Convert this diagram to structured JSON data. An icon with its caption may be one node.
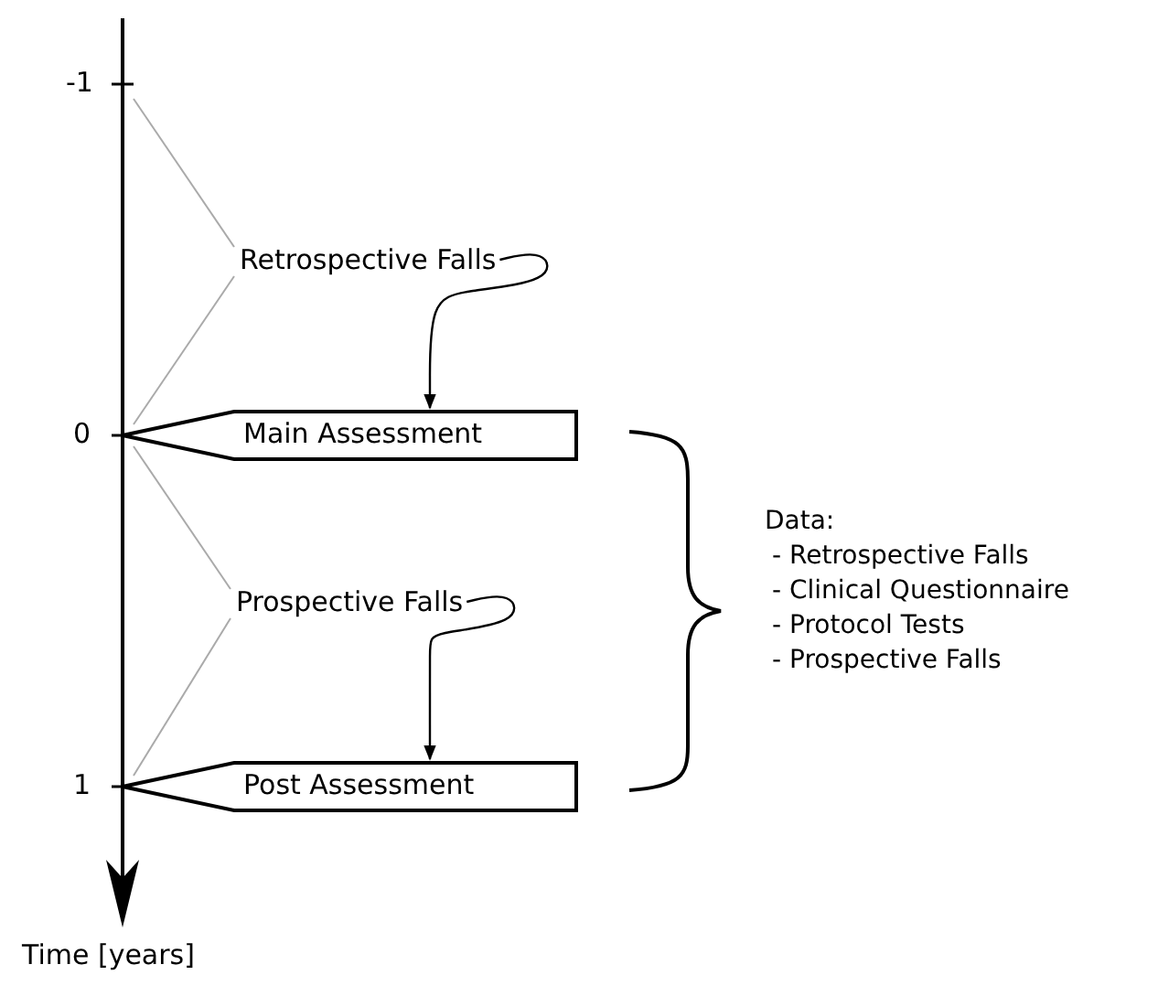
{
  "diagram": {
    "nodes": [
      {
        "text": [
          "Retrospective Falls"
        ]
      },
      {
        "text": [
          "Main Assessment"
        ]
      },
      {
        "text": [
          "Prospective Falls"
        ]
      },
      {
        "text": [
          "Post Assessment"
        ]
      }
    ],
    "edges": [
      {
        "from": null,
        "to": 0,
        "arrow": "none"
      },
      {
        "from": 1,
        "to": 0,
        "arrow": "none"
      },
      {
        "from": 1,
        "to": 2,
        "arrow": "none"
      },
      {
        "from": 3,
        "to": 2,
        "arrow": "none"
      },
      {
        "from": 0,
        "to": 1,
        "arrow": "to",
        "color": "#000000"
      },
      {
        "from": 2,
        "to": 3,
        "arrow": "to",
        "color": "#000000"
      }
    ],
    "labels": [
      "-1",
      "0",
      "1",
      "Time [years]",
      "Data:",
      "- Retrospective Falls",
      "- Clinical Questionnaire",
      "- Protocol Tests",
      "- Prospective Falls"
    ]
  }
}
